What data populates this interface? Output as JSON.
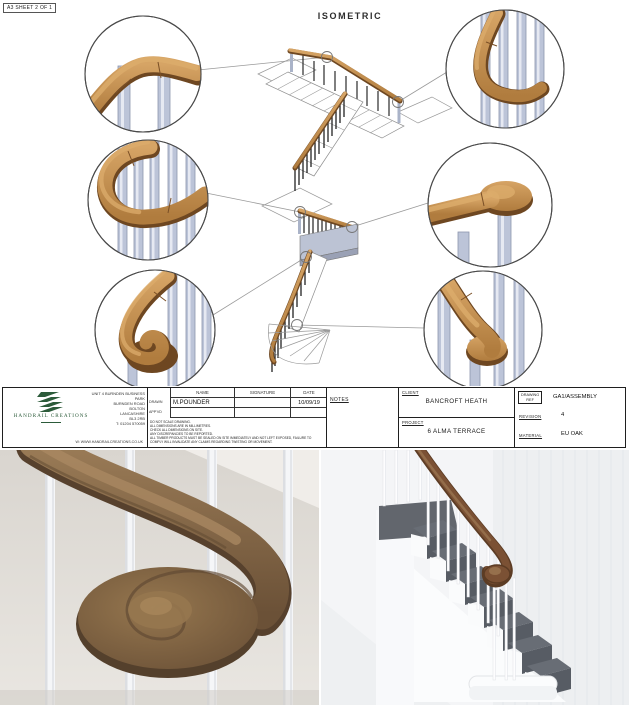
{
  "sheet": {
    "size_label": "A3 SHEET 2 OF 1",
    "view_title": "ISOMETRIC"
  },
  "title_block": {
    "company_name": "HANDRAIL CREATIONS",
    "address_lines": [
      "UNIT 4 BURNDEN BUSINESS",
      "PARK",
      "BURNDEN ROAD",
      "BOLTON",
      "LANCASHIRE",
      "BL3 2RB",
      "T: 01204 570059"
    ],
    "website": "W: WWW.HANDRAILCREATIONS.CO.UK",
    "columns": {
      "name": "NAME",
      "signature": "SIGNATURE",
      "date": "DATE"
    },
    "drawn_label": "DRAWN",
    "approved_label": "APP'VD",
    "drawn_name": "M.POUNDER",
    "drawn_signature": "",
    "drawn_date": "10/09/19",
    "fine_print": [
      "DO NOT SCALE DRAWING.",
      "ALL DIMENSIONS ARE IN MILLIMETRES.",
      "CHECK ALL DIMENSIONS ON SITE.",
      "ANY DISCREPANCIES TO BE REPORTED.",
      "ALL TIMBER PRODUCTS MUST BE SEALED ON SITE IMMEDIATELY AND NOT LEFT EXPOSED, FAILURE TO COMPLY WILL INVALIDATE ANY CLAIMS REGARDING TWISTING OR MOVEMENT."
    ],
    "notes_label": "NOTES",
    "client_label": "CLIENT",
    "client_value": "BANCROFT HEATH",
    "project_label": "PROJECT",
    "project_value": "6 ALMA TERRACE",
    "drawing_ref_label_line1": "DRAWING",
    "drawing_ref_label_line2": "REF",
    "drawing_ref_value": "GA1/ASSEMBLY",
    "revision_label": "REVISION",
    "revision_value": "4",
    "material_label": "MATERIAL",
    "material_value": "EU OAK"
  },
  "colors": {
    "handrail_wood": "#c68e4f",
    "handrail_wood_dark": "#6e4721",
    "baluster_metal": "#bcc4d8",
    "logo_green": "#2c5b3a",
    "render_walnut": "#7d6248",
    "render_steps_grey": "#666b73",
    "drawing_line": "#555555"
  }
}
